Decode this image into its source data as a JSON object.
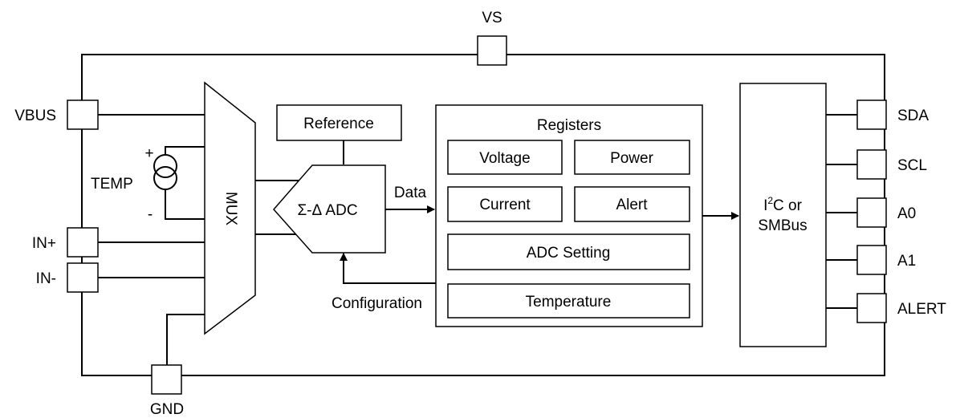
{
  "pins": {
    "vs": "VS",
    "vbus": "VBUS",
    "in_plus": "IN+",
    "in_minus": "IN-",
    "gnd": "GND",
    "sda": "SDA",
    "scl": "SCL",
    "a0": "A0",
    "a1": "A1",
    "alert": "ALERT"
  },
  "blocks": {
    "temp": "TEMP",
    "temp_plus": "+",
    "temp_minus": "-",
    "mux": "MUX",
    "reference": "Reference",
    "adc": "Σ-Δ ADC",
    "data": "Data",
    "configuration": "Configuration",
    "bus_i": "I",
    "bus_sup": "2",
    "bus_c_or": "C or",
    "bus_smbus": "SMBus"
  },
  "registers": {
    "title": "Registers",
    "voltage": "Voltage",
    "power": "Power",
    "current": "Current",
    "alert": "Alert",
    "adc_setting": "ADC Setting",
    "temperature": "Temperature"
  }
}
